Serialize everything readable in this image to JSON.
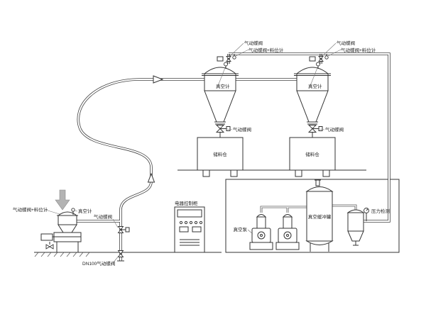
{
  "labels": {
    "pneumatic_valve": "气动蝶阀",
    "pneumatic_valve_with_level": "气动蝶阀+料位计",
    "vacuum_gauge": "真空计",
    "dn100_valve": "DN100气动蝶阀",
    "control_cabinet": "电器控制柜",
    "vacuum_pump": "真空泵",
    "pressure_detection": "压力检测",
    "storage_bin": "储料仓",
    "vacuum_buffer_tank": "真空缓冲罐"
  }
}
